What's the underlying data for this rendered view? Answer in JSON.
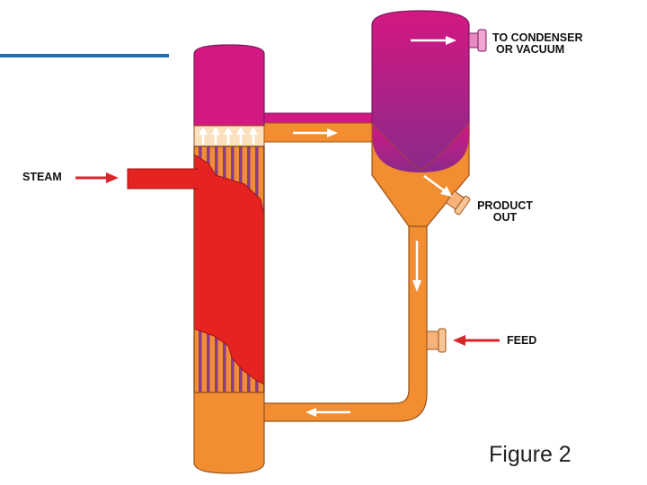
{
  "labels": {
    "condenser_line1": "TO CONDENSER",
    "condenser_line2": "OR VACUUM",
    "steam": "STEAM",
    "product_line1": "PRODUCT",
    "product_line2": "OUT",
    "feed": "FEED"
  },
  "caption": "Figure 2",
  "colors": {
    "accent_rule": "#1f6fb5",
    "vapor": "#d31882",
    "liquid": "#f28d32",
    "steam": "#e52421",
    "tube": "#8c3a8a",
    "arrow": "#d8262a"
  }
}
